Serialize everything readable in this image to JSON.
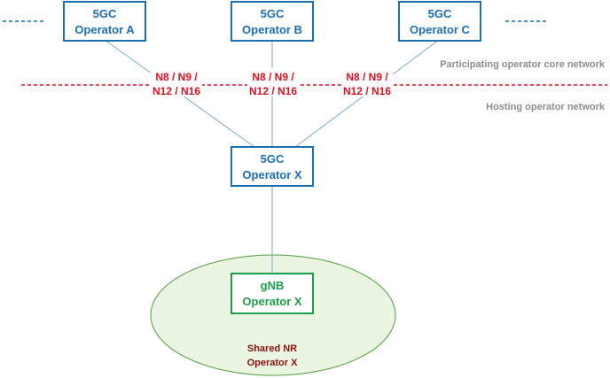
{
  "colors": {
    "core_box": "#1a6fb5",
    "gnb_box": "#1e9e4a",
    "interface_text": "#e0101e",
    "boundary_line": "#e0101e",
    "ellipse_fill": "#eaf5e2",
    "connector": "#7aa6d6",
    "network_label": "#8c8c8c",
    "cell_label": "#8b1010"
  },
  "nodes": {
    "op_a": {
      "line1": "5GC",
      "line2": "Operator A"
    },
    "op_b": {
      "line1": "5GC",
      "line2": "Operator B"
    },
    "op_c": {
      "line1": "5GC",
      "line2": "Operator C"
    },
    "op_x": {
      "line1": "5GC",
      "line2": "Operator X"
    },
    "gnb": {
      "line1": "gNB",
      "line2": "Operator X"
    }
  },
  "interfaces": {
    "a": {
      "line1": "N8 / N9 /",
      "line2": "N12 / N16"
    },
    "b": {
      "line1": "N8 / N9 /",
      "line2": "N12 / N16"
    },
    "c": {
      "line1": "N8 / N9 /",
      "line2": "N12 / N16"
    }
  },
  "network_labels": {
    "participating": "Participating operator core network",
    "hosting": "Hosting operator network"
  },
  "cell": {
    "line1": "Shared NR",
    "line2": "Operator X"
  }
}
